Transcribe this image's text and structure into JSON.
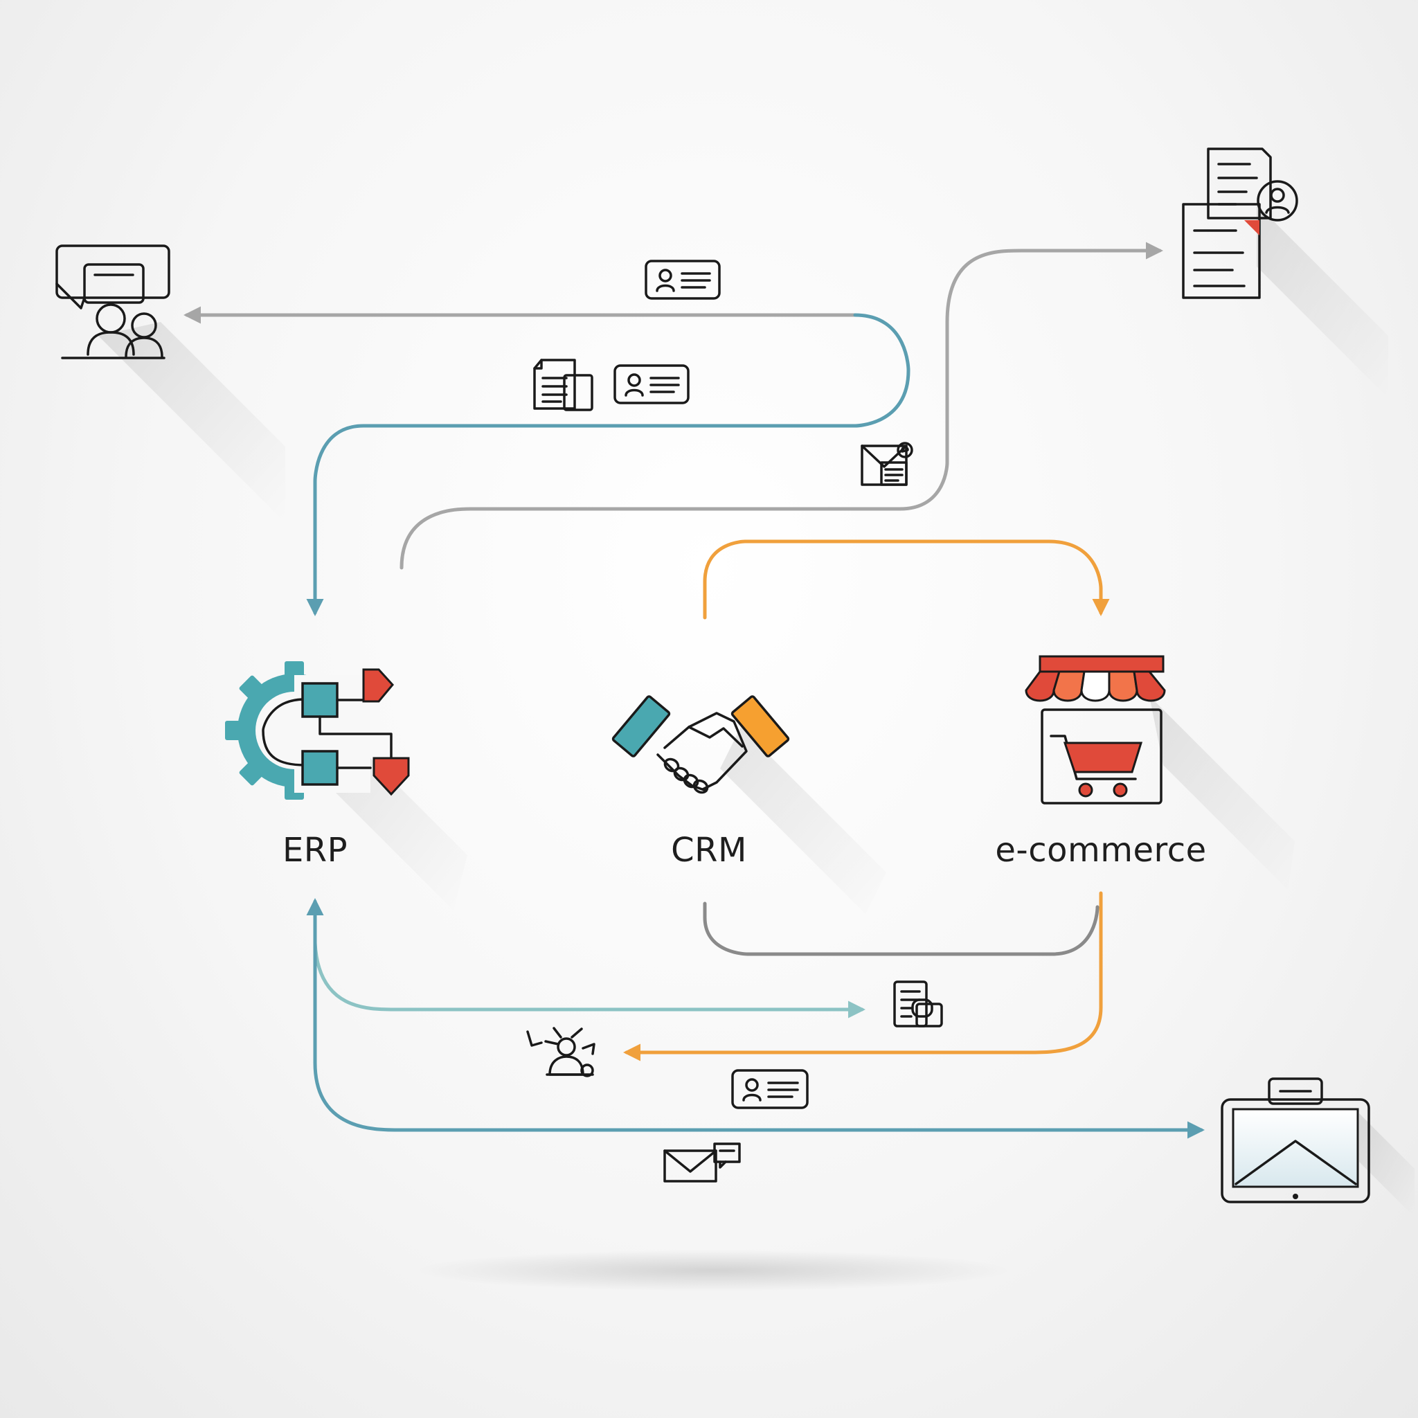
{
  "nodes": {
    "erp": {
      "label": "ERP"
    },
    "crm": {
      "label": "CRM"
    },
    "ecommerce": {
      "label": "e-commerce"
    }
  },
  "colors": {
    "teal": "#5b9eb1",
    "light_teal": "#8cc3c4",
    "gray": "#a6a6a6",
    "dark_gray": "#8a8a8a",
    "orange": "#f0a03c",
    "red": "#e04a3a",
    "teal_fill": "#4aa8b0",
    "orange_fill": "#f6a030"
  },
  "icons": {
    "team_meeting": "team-meeting-icon",
    "documents_user": "documents-user-icon",
    "contact_card": "contact-card-icon",
    "documents": "documents-icon",
    "email": "email-icon",
    "gear_flowchart": "gear-flowchart-icon",
    "handshake": "handshake-icon",
    "storefront_cart": "storefront-cart-icon",
    "tablet": "tablet-icon",
    "document_chat": "document-chat-icon",
    "person_broadcast": "person-broadcast-icon",
    "email_message": "email-message-icon"
  }
}
